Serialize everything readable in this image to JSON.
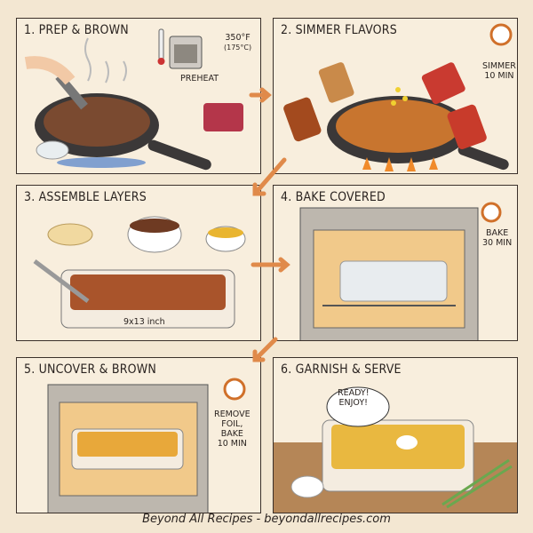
{
  "steps": [
    {
      "title": "1. PREP & BROWN",
      "notes": {
        "temp": "350°F",
        "temp_c": "(175°C)",
        "preheat": "PREHEAT"
      }
    },
    {
      "title": "2. SIMMER FLAVORS",
      "notes": {
        "time_line1": "SIMMER",
        "time_line2": "10 MIN"
      }
    },
    {
      "title": "3. ASSEMBLE LAYERS",
      "notes": {
        "dish_size": "9x13 inch"
      }
    },
    {
      "title": "4. BAKE COVERED",
      "notes": {
        "time_line1": "BAKE",
        "time_line2": "30 MIN"
      }
    },
    {
      "title": "5. UNCOVER & BROWN",
      "notes": {
        "line1": "REMOVE",
        "line2": "FOIL,",
        "line3": "BAKE",
        "line4": "10 MIN"
      }
    },
    {
      "title": "6. GARNISH & SERVE",
      "notes": {
        "speech1": "READY!",
        "speech2": "ENJOY!"
      }
    }
  ],
  "footer": "Beyond All Recipes - beyondallrecipes.com",
  "colors": {
    "background": "#f3e7d2",
    "panel": "#f8eedd",
    "arrow": "#e08a4a",
    "border": "#3a302a"
  }
}
